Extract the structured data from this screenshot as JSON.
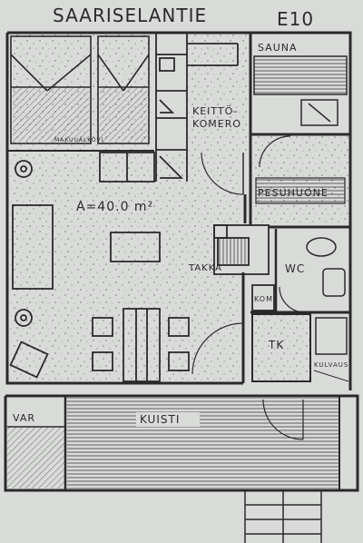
{
  "plan": {
    "title": "SAARISELANTIE",
    "unit_code": "E10",
    "area": "A=40.0 m²",
    "rooms": {
      "sauna": "SAUNA",
      "kitchen_line1": "KEITTÖ-",
      "kitchen_line2": "KOMERO",
      "washroom": "PESUHUONE",
      "fireplace": "TAKKA",
      "wc": "WC",
      "closet": "KOM",
      "wardrobe": "TK",
      "storage": "VAR",
      "porch": "KUISTI",
      "entrance": "KULVAUS",
      "alcove": "MAKUUALKOVI"
    },
    "colors": {
      "paper": "#d9dbd9",
      "ink": "#2a2a2a"
    }
  }
}
